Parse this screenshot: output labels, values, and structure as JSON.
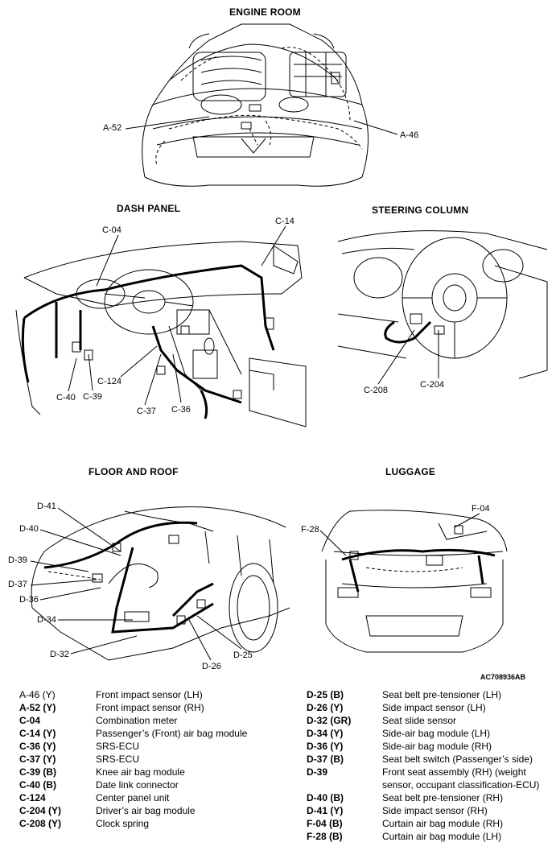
{
  "panels": {
    "engine_room": "ENGINE ROOM",
    "dash_panel": "DASH PANEL",
    "steering_column": "STEERING COLUMN",
    "floor_and_roof": "FLOOR AND ROOF",
    "luggage": "LUGGAGE"
  },
  "labels": {
    "a52": "A-52",
    "a46": "A-46",
    "c04": "C-04",
    "c14": "C-14",
    "c40": "C-40",
    "c39": "C-39",
    "c124": "C-124",
    "c37": "C-37",
    "c36": "C-36",
    "c208": "C-208",
    "c204": "C-204",
    "d41": "D-41",
    "d40": "D-40",
    "d39": "D-39",
    "d37": "D-37",
    "d36": "D-36",
    "d34": "D-34",
    "d32": "D-32",
    "d26": "D-26",
    "d25": "D-25",
    "f04": "F-04",
    "f28": "F-28"
  },
  "figure_code": "AC708936AB",
  "legend_left": [
    {
      "code": "A-46 (Y)",
      "desc": "Front impact sensor (LH)"
    },
    {
      "code": "A-52 (Y)",
      "desc": "Front impact sensor (RH)"
    },
    {
      "code": "C-04",
      "desc": "Combination meter"
    },
    {
      "code": "C-14 (Y)",
      "desc": "Passenger’s (Front) air bag module"
    },
    {
      "code": "C-36 (Y)",
      "desc": "SRS-ECU"
    },
    {
      "code": "C-37 (Y)",
      "desc": "SRS-ECU"
    },
    {
      "code": "C-39 (B)",
      "desc": "Knee air bag module"
    },
    {
      "code": "C-40 (B)",
      "desc": "Date link connector"
    },
    {
      "code": "C-124",
      "desc": "Center panel unit"
    },
    {
      "code": "C-204 (Y)",
      "desc": "Driver’s air bag module"
    },
    {
      "code": "C-208 (Y)",
      "desc": "Clock spring"
    }
  ],
  "legend_right": [
    {
      "code": "D-25 (B)",
      "desc": "Seat belt pre-tensioner (LH)"
    },
    {
      "code": "D-26 (Y)",
      "desc": "Side impact sensor (LH)"
    },
    {
      "code": "D-32 (GR)",
      "desc": "Seat slide sensor"
    },
    {
      "code": "D-34 (Y)",
      "desc": "Side-air bag module (LH)"
    },
    {
      "code": "D-36 (Y)",
      "desc": "Side-air bag module (RH)"
    },
    {
      "code": "D-37 (B)",
      "desc": "Seat belt switch (Passenger’s side)"
    },
    {
      "code": "D-39",
      "desc": "Front seat assembly (RH) (weight sensor, occupant classification-ECU)"
    },
    {
      "code": "D-40 (B)",
      "desc": "Seat belt pre-tensioner (RH)"
    },
    {
      "code": "D-41 (Y)",
      "desc": "Side impact sensor (RH)"
    },
    {
      "code": "F-04 (B)",
      "desc": "Curtain air bag module (RH)"
    },
    {
      "code": "F-28 (B)",
      "desc": "Curtain air bag module (LH)"
    }
  ]
}
